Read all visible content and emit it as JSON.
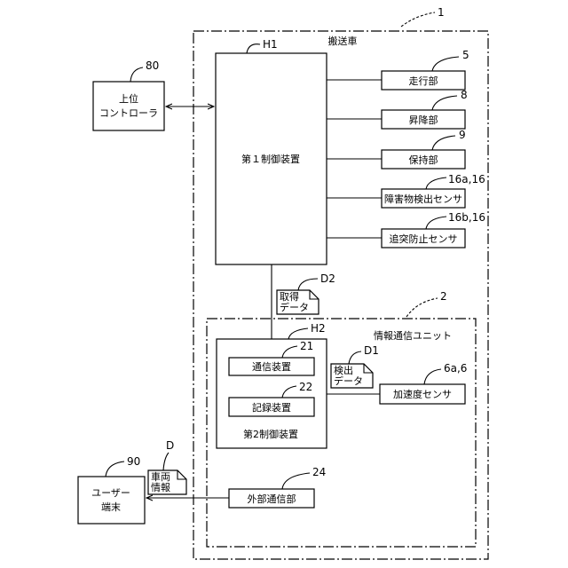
{
  "figure": {
    "system": {
      "ref": "1",
      "label": "搬送車"
    },
    "first_controller": {
      "ref": "H1",
      "label": "第１制御装置"
    },
    "host_controller": {
      "ref": "80",
      "line1": "上位",
      "line2": "コントローラ"
    },
    "units": [
      {
        "ref": "5",
        "label": "走行部"
      },
      {
        "ref": "8",
        "label": "昇降部"
      },
      {
        "ref": "9",
        "label": "保持部"
      },
      {
        "ref": "16a,16",
        "label": "障害物検出センサ"
      },
      {
        "ref": "16b,16",
        "label": "追突防止センサ"
      }
    ],
    "acquired_data": {
      "ref": "D2",
      "line1": "取得",
      "line2": "データ"
    },
    "info_unit": {
      "ref": "2",
      "label": "情報通信ユニット"
    },
    "second_controller": {
      "ref": "H2",
      "label": "第2制御装置"
    },
    "comm_device": {
      "ref": "21",
      "label": "通信装置"
    },
    "record_device": {
      "ref": "22",
      "label": "記録装置"
    },
    "detect_data": {
      "ref": "D1",
      "line1": "検出",
      "line2": "データ"
    },
    "accel_sensor": {
      "ref": "6a,6",
      "label": "加速度センサ"
    },
    "vehicle_info": {
      "ref": "D",
      "line1": "車両",
      "line2": "情報"
    },
    "user_terminal": {
      "ref": "90",
      "line1": "ユーザー",
      "line2": "端末"
    },
    "external_comm": {
      "ref": "24",
      "label": "外部通信部"
    }
  }
}
